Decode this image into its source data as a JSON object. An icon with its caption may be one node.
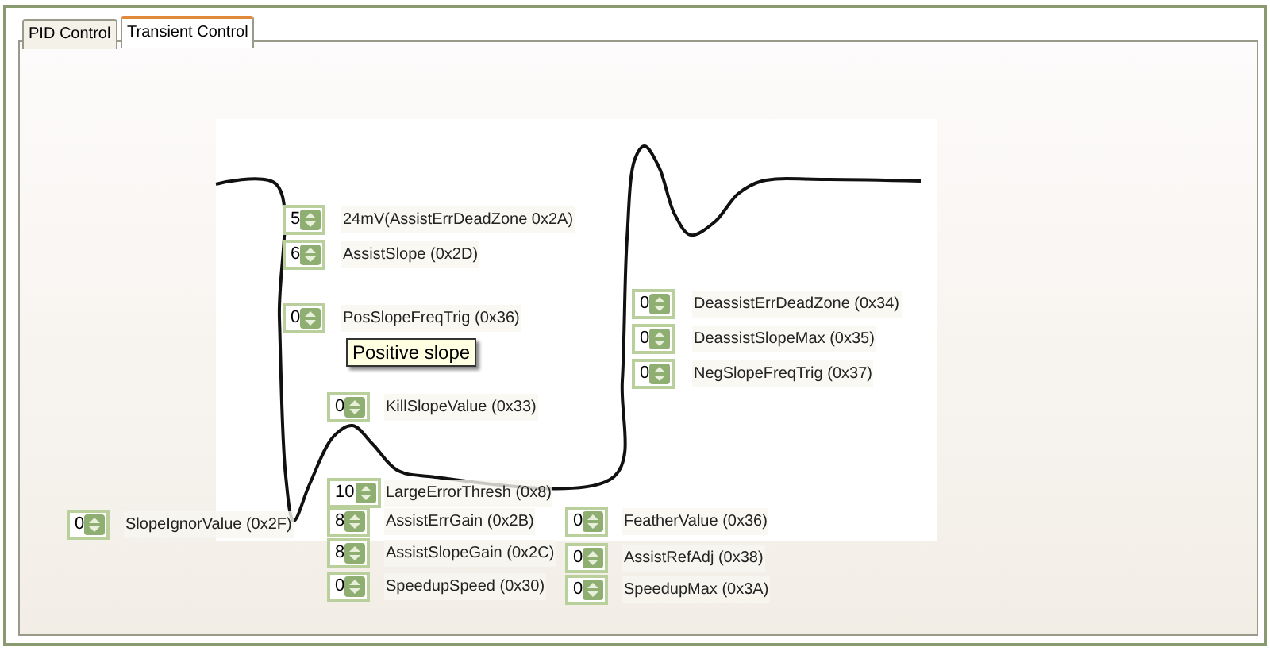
{
  "diagram": {
    "labels": [
      "PID Control",
      "Transient Control",
      "5",
      "24mV(AssistErrDeadZone 0x2A)",
      "6",
      "AssistSlope (0x2D)",
      "0",
      "PosSlopeFreqTrig (0x36)",
      "Positive slope",
      "0",
      "DeassistErrDeadZone (0x34)",
      "0",
      "DeassistSlopeMax (0x35)",
      "0",
      "NegSlopeFreqTrig (0x37)",
      "0",
      "KillSlopeValue (0x33)",
      "10",
      "LargeErrorThresh (0x8)",
      "0",
      "SlopeIgnorValue (0x2F)",
      "8",
      "AssistErrGain (0x2B)",
      "0",
      "FeatherValue (0x36)",
      "8",
      "AssistSlopeGain (0x2C)",
      "0",
      "AssistRefAdj (0x38)",
      "0",
      "SpeedupSpeed (0x30)",
      "0",
      "SpeedupMax (0x3A)"
    ]
  }
}
